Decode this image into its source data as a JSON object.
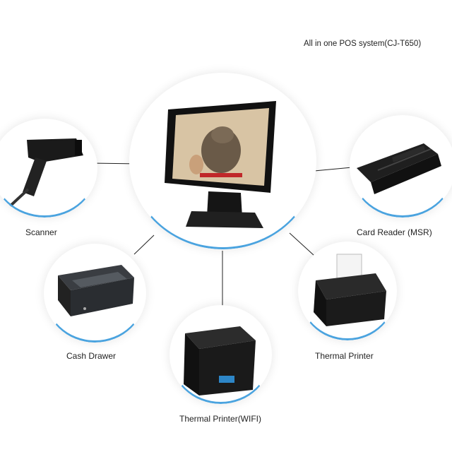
{
  "title": "All in one POS system(CJ-T650)",
  "devices": {
    "scanner": "Scanner",
    "card_reader": "Card Reader (MSR)",
    "cash_drawer": "Cash Drawer",
    "thermal_printer": "Thermal Printer",
    "thermal_printer_wifi": "Thermal Printer(WIFI)"
  },
  "colors": {
    "accent_ring": "#4aa3df",
    "device_body": "#1c1c1c"
  }
}
